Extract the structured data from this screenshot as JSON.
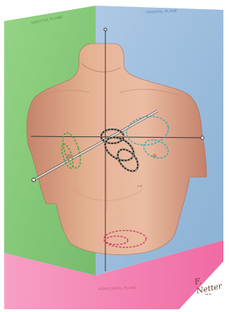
{
  "labels": {
    "sagittal_plane": "SAGITTAL PLANE",
    "frontal_plane": "FRONTAL PLANE",
    "horizontal_plane": "HORIZONTAL PLANE",
    "small_label": "L.V.",
    "signature": "F. Netter",
    "signature_sub": "M.D."
  },
  "colors": {
    "sagittal_plane": "#7fc774",
    "frontal_plane": "#8ab2d6",
    "horizontal_plane": "#f05a9a",
    "skin": "#e9a683",
    "sagittal_loop": "#3aa33a",
    "frontal_loop": "#3aa9b3",
    "horizontal_loop": "#d43a66"
  }
}
